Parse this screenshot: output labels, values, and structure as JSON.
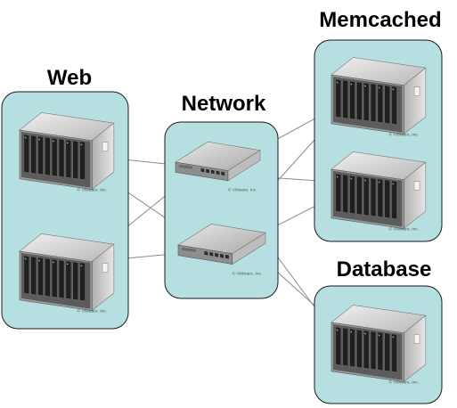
{
  "colors": {
    "group_fill": "#b5dfe0",
    "group_stroke": "#1a1a1a",
    "link_stroke": "#8c8c8c",
    "chassis_top": "#d9d9d9",
    "chassis_front": "#8f8f8f",
    "blade": "#2b2b2b"
  },
  "groups": {
    "web": {
      "title": "Web"
    },
    "network": {
      "title": "Network"
    },
    "memcached": {
      "title": "Memcached"
    },
    "database": {
      "title": "Database"
    }
  },
  "icons": {
    "server": "blade-server-chassis-icon",
    "switch": "network-switch-icon"
  },
  "watermark": "© VMware, Inc."
}
